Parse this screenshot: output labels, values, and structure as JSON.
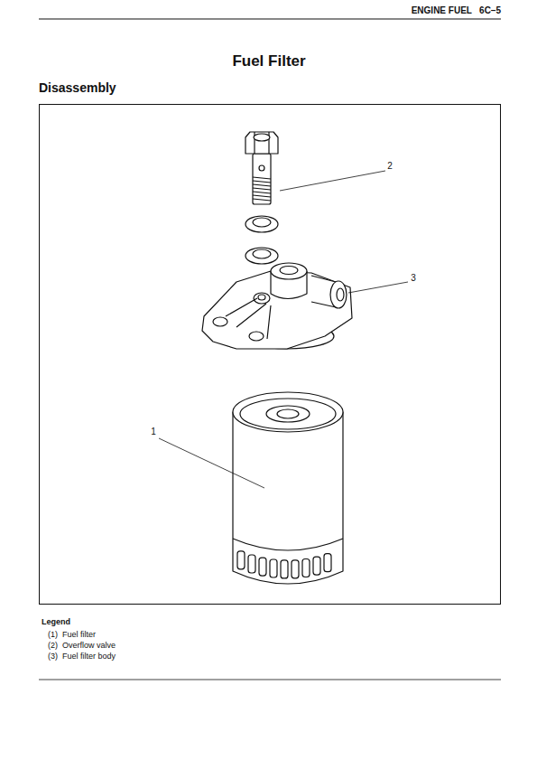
{
  "diagram": {
    "title": "Fuel Filter",
    "labels": [
      "ENGINE FUEL   6C–5",
      "Disassembly",
      "2",
      "3",
      "1",
      "Legend"
    ],
    "legend": [
      {
        "text": "(1)  Fuel filter"
      },
      {
        "text": "(2)  Overflow valve"
      },
      {
        "text": "(3)  Fuel filter body"
      }
    ]
  }
}
